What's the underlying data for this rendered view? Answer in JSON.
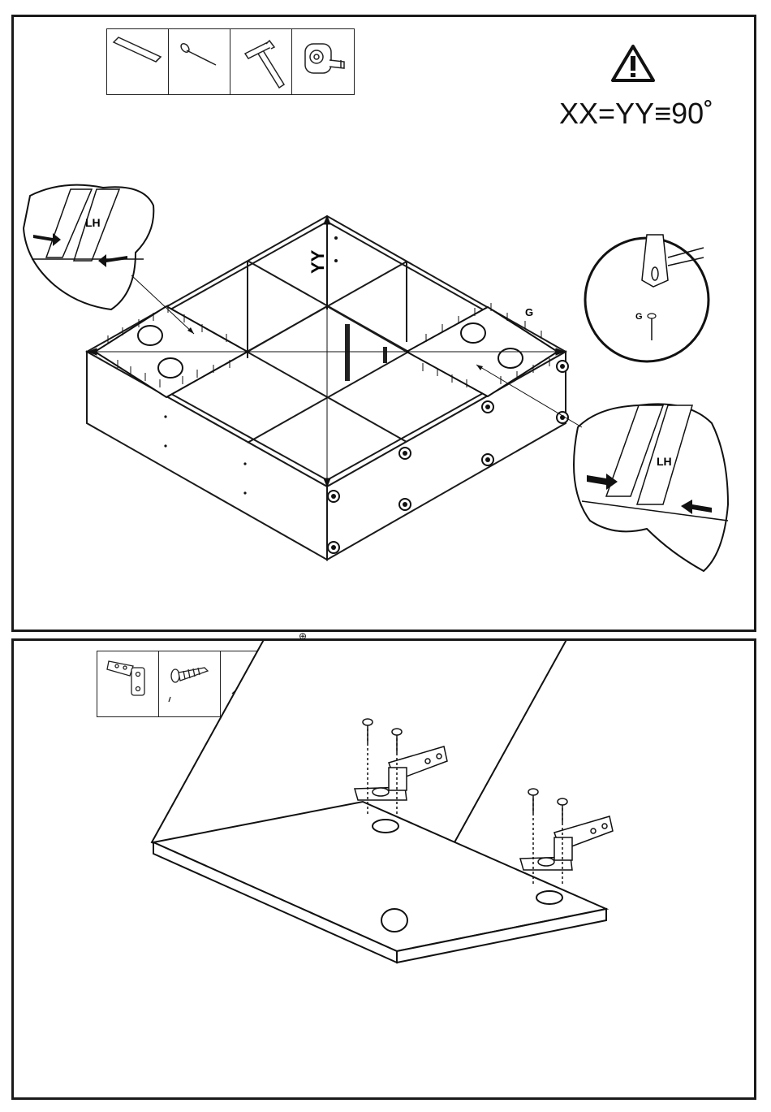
{
  "step1": {
    "tools": [
      {
        "name": "wood-dowel-icon"
      },
      {
        "name": "nail-icon"
      },
      {
        "name": "hammer-icon"
      },
      {
        "name": "tape-measure-icon"
      }
    ],
    "warning_icon": "warning-triangle-icon",
    "formula": "XX=YY≡90˚",
    "axis_label": "YY",
    "nail_label": "G",
    "hinge_side_label_left": "LH",
    "hinge_side_label_right": "LH"
  },
  "step2": {
    "tools": [
      {
        "name": "hinge-icon"
      },
      {
        "name": "screw-icon"
      },
      {
        "name": "screwdriver-icon"
      }
    ],
    "screwdriver_symbol": "⊕"
  },
  "colors": {
    "line": "#1a1a1a",
    "background": "#ffffff"
  }
}
